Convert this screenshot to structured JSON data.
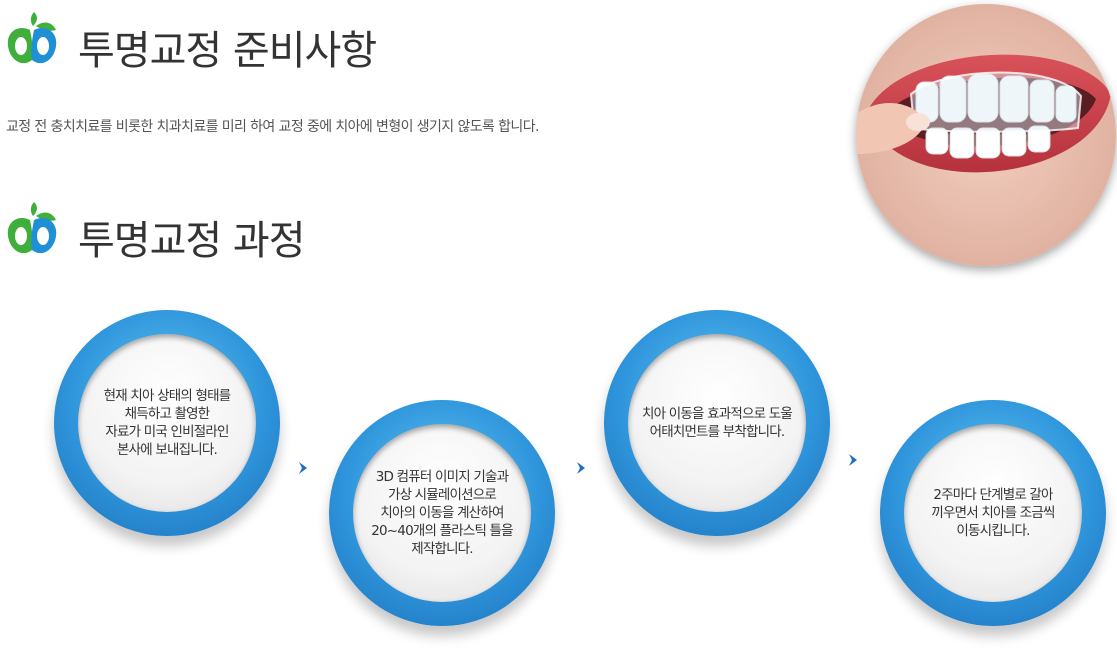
{
  "section1": {
    "title": "투명교정 준비사항",
    "description": "교정 전 충치치료를 비롯한 치과치료를 미리 하여 교정 중에 치아에 변형이 생기지 않도록 합니다."
  },
  "section2": {
    "title": "투명교정 과정"
  },
  "steps": [
    {
      "text": "현재 치아 상태의 형태를\n채득하고 촬영한\n자료가 미국 인비절라인\n본사에 보내집니다."
    },
    {
      "text": "3D 컴퓨터 이미지 기술과\n가상 시뮬레이션으로\n치아의 이동을 계산하여\n20~40개의 플라스틱 틀을\n제작합니다."
    },
    {
      "text": "치아 이동을 효과적으로 도울\n어태치먼트를 부착합니다."
    },
    {
      "text": "2주마다 단계별로 갈아\n끼우면서 치아를 조금씩\n이동시킵니다."
    }
  ],
  "colors": {
    "logo_green": "#3fae3a",
    "logo_blue": "#1f8fd6",
    "ring_blue": "#2f95dc",
    "arrow_blue": "#1c6fc0"
  },
  "icons": {
    "logo": "apple-leaf-logo-icon",
    "arrow": "chevron-right-icon"
  }
}
